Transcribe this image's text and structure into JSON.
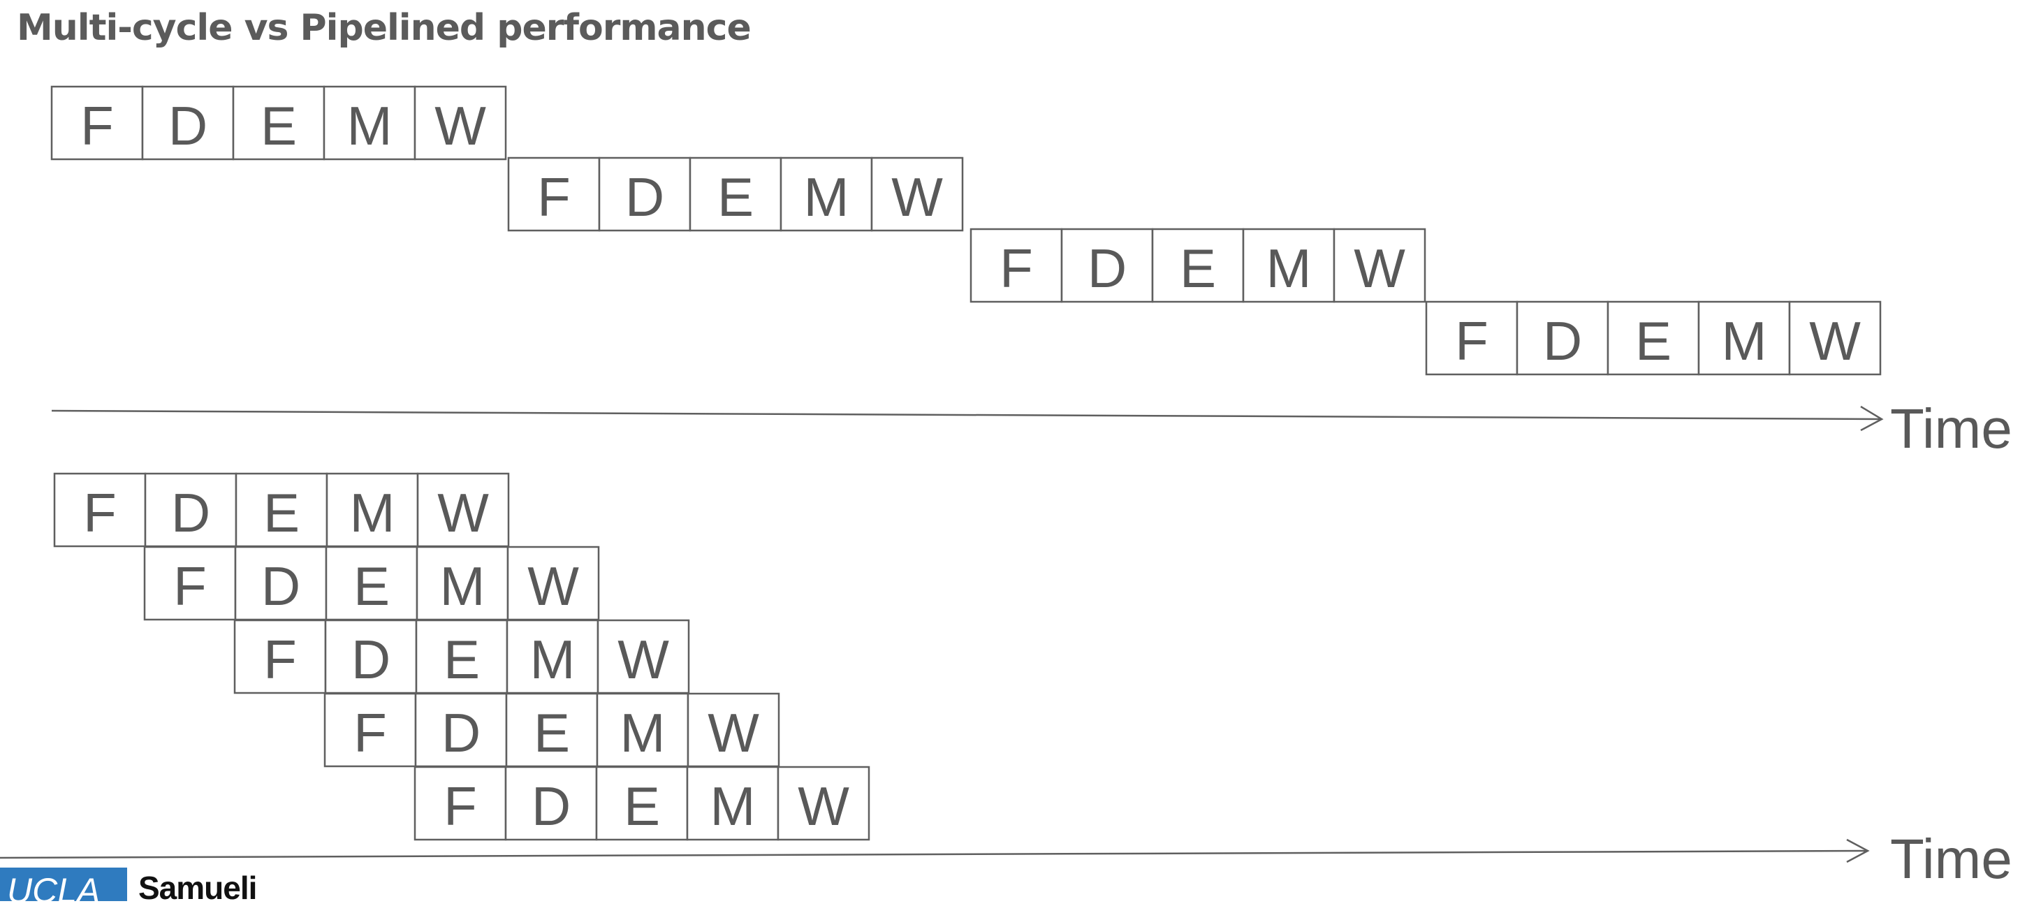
{
  "title": "Multi-cycle vs Pipelined performance",
  "stages": [
    "F",
    "D",
    "E",
    "M",
    "W"
  ],
  "multicycle": {
    "instruction_count": 4,
    "time_label": "Time"
  },
  "pipelined": {
    "instruction_count": 5,
    "time_label": "Time"
  },
  "logo": {
    "brand": "UCLA",
    "name": "Samueli"
  }
}
